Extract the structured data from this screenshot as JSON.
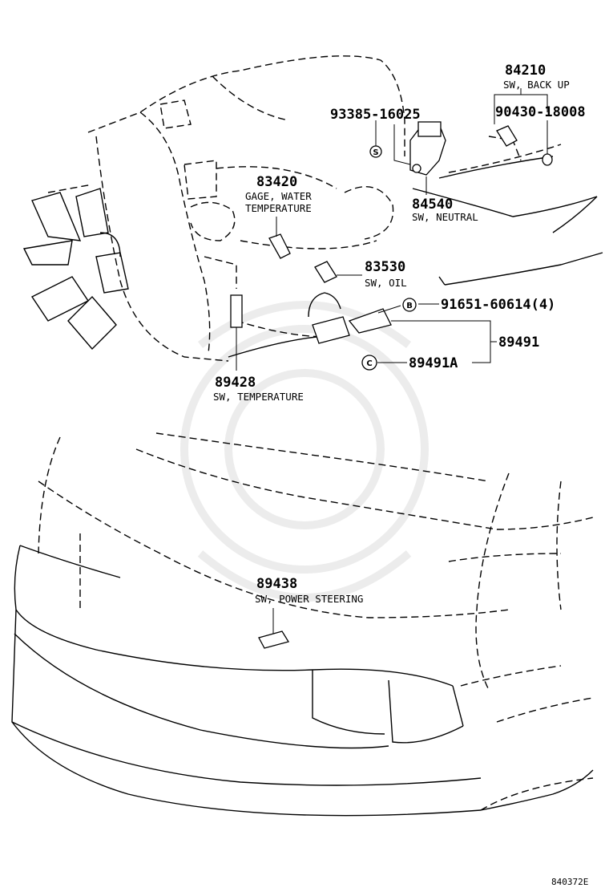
{
  "diagram_ref": "840372E",
  "callouts": {
    "p84210": {
      "number": "84210",
      "name": "SW, BACK UP"
    },
    "p90430": {
      "number": "90430-18008",
      "symbol": ""
    },
    "p93385": {
      "number": "93385-16025",
      "symbol": "S"
    },
    "p83420": {
      "number": "83420",
      "name_line1": "GAGE, WATER",
      "name_line2": "TEMPERATURE"
    },
    "p84540": {
      "number": "84540",
      "name": "SW, NEUTRAL"
    },
    "p83530": {
      "number": "83530",
      "name": "SW, OIL"
    },
    "p91651": {
      "number": "91651-60614(4)",
      "symbol": "B"
    },
    "p89491": {
      "number": "89491"
    },
    "p89491a": {
      "number": "89491A",
      "symbol": "C"
    },
    "p89428": {
      "number": "89428",
      "name": "SW, TEMPERATURE"
    },
    "p89438": {
      "number": "89438",
      "name": "SW, POWER STEERING"
    }
  }
}
